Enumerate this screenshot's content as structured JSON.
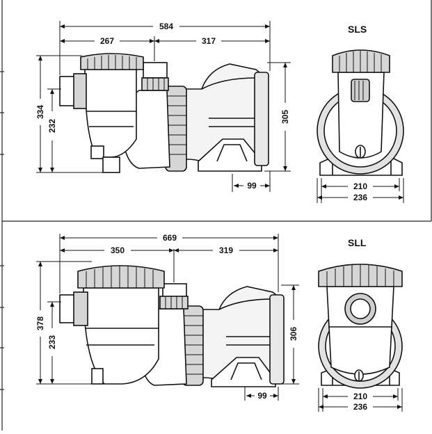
{
  "panels": [
    {
      "model": "SLS",
      "dimensions": {
        "overall_length": "584",
        "front_length": "267",
        "rear_length": "317",
        "overall_height": "334",
        "inlet_height": "232",
        "outlet_height": "305",
        "base_offset": "99",
        "base_width": "210",
        "overall_width": "236"
      }
    },
    {
      "model": "SLL",
      "dimensions": {
        "overall_length": "669",
        "front_length": "350",
        "rear_length": "319",
        "overall_height": "378",
        "inlet_height": "233",
        "outlet_height": "306",
        "base_offset": "99",
        "base_width": "210",
        "overall_width": "236"
      }
    }
  ]
}
